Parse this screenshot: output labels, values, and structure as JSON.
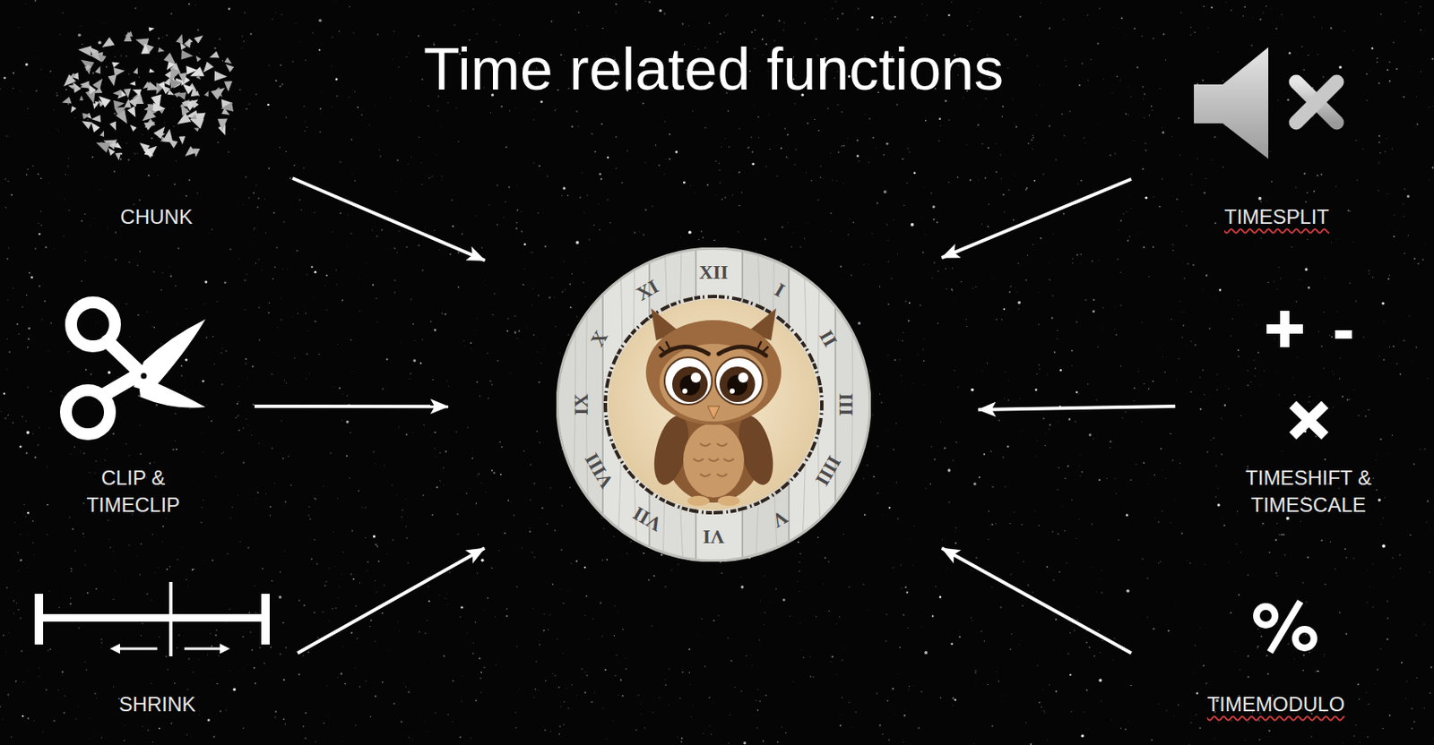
{
  "diagram": {
    "title": "Time related functions",
    "nodes": [
      {
        "text": [
          "CHUNK"
        ]
      },
      {
        "text": [
          "TIMESPLIT"
        ]
      },
      {
        "text": [
          "CLIP & TIMECLIP"
        ]
      },
      {
        "text": [
          "XII",
          "I",
          "II",
          "III",
          "IIII",
          "V",
          "VI",
          "VII",
          "VIII",
          "IX",
          "X",
          "XI"
        ]
      },
      {
        "text": [
          "TIMESHIFT & TIMESCALE"
        ]
      },
      {
        "text": [
          "SHRINK"
        ]
      },
      {
        "text": [
          "TIMEMODULO"
        ]
      }
    ],
    "edges": [
      {
        "from": 0,
        "to": 3,
        "arrow": "to"
      },
      {
        "from": 1,
        "to": 3,
        "arrow": "to"
      },
      {
        "from": 2,
        "to": 3,
        "arrow": "to"
      },
      {
        "from": 4,
        "to": 3,
        "arrow": "to"
      },
      {
        "from": 5,
        "to": 3,
        "arrow": "to"
      },
      {
        "from": 6,
        "to": 3,
        "arrow": "to"
      }
    ]
  }
}
